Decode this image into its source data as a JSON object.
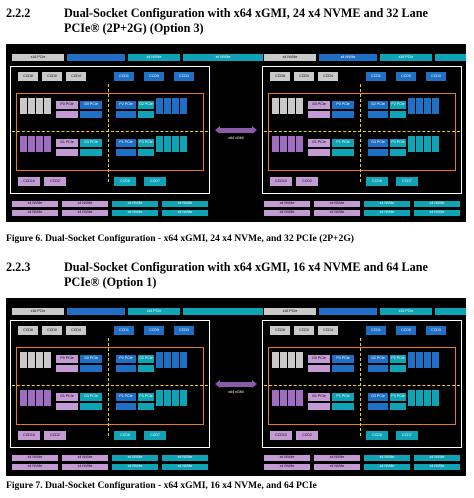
{
  "sections": [
    {
      "number": "2.2.2",
      "title": "Dual-Socket Configuration with x64 xGMI, 24 x4 NVME and 32 Lane PCIe® (2P+2G) (Option 3)",
      "caption": "Figure 6. Dual-Socket Configuration - x64 xGMI, 24 x4 NVMe, and 32 PCIe (2P+2G)",
      "diagram": {
        "link_label": "x64 xGMI",
        "left_socket": {
          "top_bar": [
            "x16 PCIe",
            "",
            "x4 NVMe",
            "x4 NVMe"
          ],
          "ccd_top": [
            "CCD8",
            "CCD0",
            "CCD4",
            "CCD1",
            "CCD5",
            "CCD3"
          ],
          "io_top": [
            "P0 PCIe",
            "G0 PCIe",
            "P2 PCIe",
            "G2 PCIe"
          ],
          "io_bottom": [
            "G1 PCIe",
            "G3 PCIe",
            "P1 PCIe",
            "P3 PCIe"
          ],
          "ccd_bottom": [
            "CCD10",
            "CCD2",
            "CCD6",
            "CCD7"
          ],
          "bottom_bar": [
            "x4 NVMe",
            "x4 NVMe",
            "x4 NVMe",
            "x4 NVMe"
          ],
          "bottom_bar2": [
            "x4 NVMe",
            "x4 NVMe",
            "x4 NVMe",
            "x4 NVMe"
          ]
        },
        "right_socket": {
          "top_bar": [
            "x4 NVMe",
            "x4 NVMe",
            "x16 PCIe",
            ""
          ],
          "ccd_top": [
            "CCD8",
            "CCD0",
            "CCD4",
            "CCD1",
            "CCD5",
            "CCD3"
          ],
          "io_top": [
            "G0 PCIe",
            "P0 PCIe",
            "G2 PCIe",
            "P2 PCIe"
          ],
          "io_bottom": [
            "G1 PCIe",
            "P1 PCIe",
            "G3 PCIe",
            "P3 PCIe"
          ],
          "ccd_bottom": [
            "CCD10",
            "CCD2",
            "CCD6",
            "CCD7"
          ],
          "bottom_bar": [
            "x4 NVMe",
            "x4 NVMe",
            "x4 NVMe",
            "x4 NVMe"
          ],
          "bottom_bar2": [
            "x4 NVMe",
            "x4 NVMe",
            "x4 NVMe",
            "x4 NVMe"
          ]
        }
      }
    },
    {
      "number": "2.2.3",
      "title": "Dual-Socket Configuration with x64 xGMI, 16 x4 NVME and 64 Lane PCIe® (Option 1)",
      "caption": "Figure 7. Dual-Socket Configuration - x64 xGMI, 16 x4 NVMe, and 64 PCIe",
      "diagram": {
        "link_label": "x64 xGMI",
        "left_socket": {
          "top_bar": [
            "x16 PCIe",
            "",
            "x16 PCIe",
            ""
          ],
          "ccd_top": [
            "CCD8",
            "CCD0",
            "CCD4",
            "CCD1",
            "CCD5",
            "CCD3"
          ],
          "io_top": [
            "P0 PCIe",
            "G0 PCIe",
            "P2 PCIe",
            "G2 PCIe"
          ],
          "io_bottom": [
            "G1 PCIe",
            "G3 PCIe",
            "P1 PCIe",
            "P3 PCIe"
          ],
          "ccd_bottom": [
            "CCD10",
            "CCD2",
            "CCD6",
            "CCD7"
          ],
          "bottom_bar": [
            "x4 NVMe",
            "x4 NVMe",
            "x4 NVMe",
            "x4 NVMe"
          ],
          "bottom_bar2": [
            "x4 NVMe",
            "x4 NVMe",
            "x4 NVMe",
            "x4 NVMe"
          ]
        },
        "right_socket": {
          "top_bar": [
            "x16 PCIe",
            "",
            "x16 PCIe",
            ""
          ],
          "ccd_top": [
            "CCD8",
            "CCD0",
            "CCD4",
            "CCD1",
            "CCD5",
            "CCD3"
          ],
          "io_top": [
            "G0 PCIe",
            "P0 PCIe",
            "G2 PCIe",
            "P2 PCIe"
          ],
          "io_bottom": [
            "G1 PCIe",
            "P1 PCIe",
            "G3 PCIe",
            "P3 PCIe"
          ],
          "ccd_bottom": [
            "CCD10",
            "CCD2",
            "CCD6",
            "CCD7"
          ],
          "bottom_bar": [
            "x4 NVMe",
            "x4 NVMe",
            "x4 NVMe",
            "x4 NVMe"
          ],
          "bottom_bar2": [
            "x4 NVMe",
            "x4 NVMe",
            "x4 NVMe",
            "x4 NVMe"
          ]
        }
      }
    }
  ],
  "colors": {
    "background": "#000000",
    "ccd_gray": "#c9c9c9",
    "pcie_blue": "#1f6fc4",
    "cyan": "#0fa3b6",
    "nvme_purple": "#c39ad4",
    "border_orange": "#e57a21",
    "dash_yellow": "#f2d400"
  }
}
